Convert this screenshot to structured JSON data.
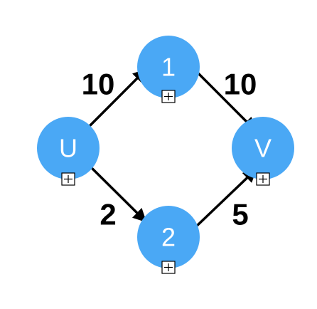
{
  "colors": {
    "node_fill": "#4AA8F5",
    "node_text": "#FFFFFF",
    "edge": "#000000",
    "background": "#FFFFFF"
  },
  "nodes": [
    {
      "id": "U",
      "label": "U"
    },
    {
      "id": "1",
      "label": "1"
    },
    {
      "id": "2",
      "label": "2"
    },
    {
      "id": "V",
      "label": "V"
    }
  ],
  "edges": [
    {
      "from": "U",
      "to": "1",
      "weight": "10"
    },
    {
      "from": "1",
      "to": "V",
      "weight": "10"
    },
    {
      "from": "U",
      "to": "2",
      "weight": "2"
    },
    {
      "from": "2",
      "to": "V",
      "weight": "5"
    }
  ],
  "expand_icon": "expand-box-icon"
}
